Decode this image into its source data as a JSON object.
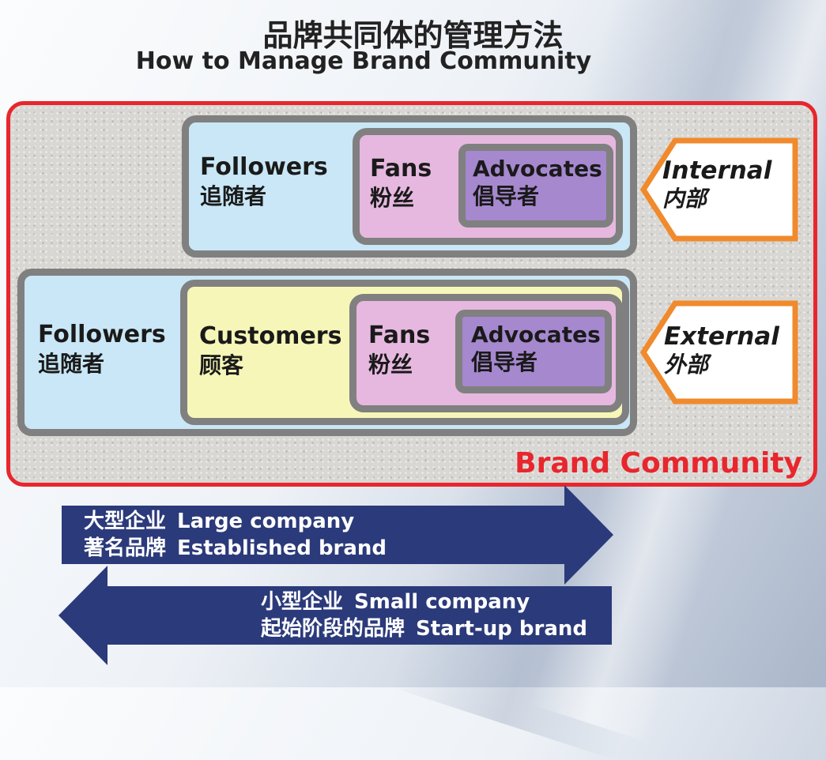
{
  "title": {
    "cn": "品牌共同体的管理方法",
    "en": "How to Manage Brand Community"
  },
  "community": {
    "label": "Brand Community",
    "internal_row": {
      "followers": {
        "en": "Followers",
        "cn": "追随者"
      },
      "fans": {
        "en": "Fans",
        "cn": "粉丝"
      },
      "advocates": {
        "en": "Advocates",
        "cn": "倡导者"
      },
      "tag": {
        "en": "Internal",
        "cn": "内部"
      }
    },
    "external_row": {
      "followers": {
        "en": "Followers",
        "cn": "追随者"
      },
      "customers": {
        "en": "Customers",
        "cn": "顾客"
      },
      "fans": {
        "en": "Fans",
        "cn": "粉丝"
      },
      "advocates": {
        "en": "Advocates",
        "cn": "倡导者"
      },
      "tag": {
        "en": "External",
        "cn": "外部"
      }
    }
  },
  "arrows": {
    "right": {
      "line1": {
        "cn": "大型企业",
        "en": "Large company"
      },
      "line2": {
        "cn": "著名品牌",
        "en": "Established brand"
      }
    },
    "left": {
      "line1": {
        "cn": "小型企业",
        "en": "Small company"
      },
      "line2": {
        "cn": "起始阶段的品牌",
        "en": "Start-up brand"
      }
    }
  },
  "colors": {
    "community_border": "#e8262d",
    "followers": "#c9e7f6",
    "customers": "#f6f6b8",
    "fans": "#e6b8df",
    "advocates": "#a688cf",
    "tag_border": "#f08a2c",
    "arrow": "#2b3a7a"
  }
}
